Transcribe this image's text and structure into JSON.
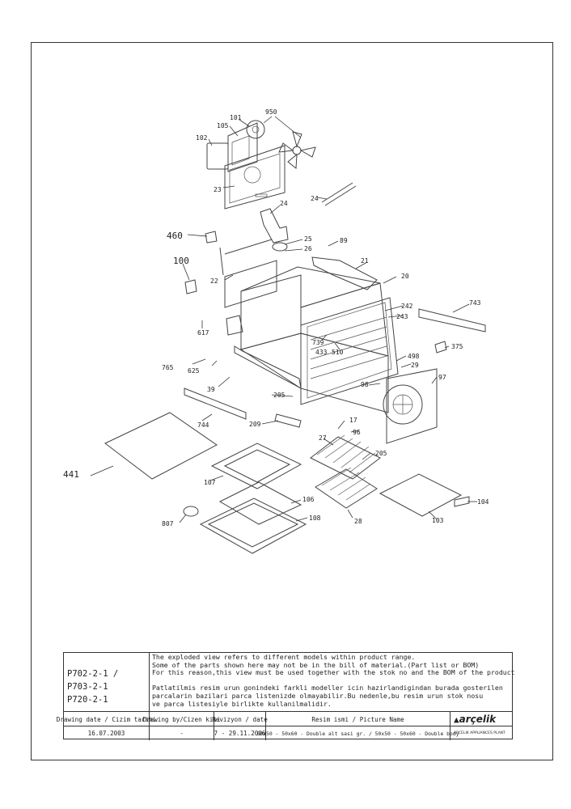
{
  "callouts": [
    {
      "id": "c101",
      "text": "101"
    },
    {
      "id": "c950",
      "text": "950"
    },
    {
      "id": "c105",
      "text": "105"
    },
    {
      "id": "c102",
      "text": "102"
    },
    {
      "id": "c23",
      "text": "23"
    },
    {
      "id": "c24a",
      "text": "24"
    },
    {
      "id": "c24b",
      "text": "24"
    },
    {
      "id": "c460",
      "text": "460"
    },
    {
      "id": "c25",
      "text": "25"
    },
    {
      "id": "c26",
      "text": "26"
    },
    {
      "id": "c89",
      "text": "89"
    },
    {
      "id": "c100",
      "text": "100"
    },
    {
      "id": "c21",
      "text": "21"
    },
    {
      "id": "c20",
      "text": "20"
    },
    {
      "id": "c22",
      "text": "22"
    },
    {
      "id": "c242",
      "text": "242"
    },
    {
      "id": "c243",
      "text": "243"
    },
    {
      "id": "c743",
      "text": "743"
    },
    {
      "id": "c617",
      "text": "617"
    },
    {
      "id": "c739",
      "text": "739"
    },
    {
      "id": "c433",
      "text": "433"
    },
    {
      "id": "c510",
      "text": "510"
    },
    {
      "id": "c375",
      "text": "375"
    },
    {
      "id": "c765",
      "text": "765"
    },
    {
      "id": "c625",
      "text": "625"
    },
    {
      "id": "c498",
      "text": "498"
    },
    {
      "id": "c29",
      "text": "29"
    },
    {
      "id": "c39",
      "text": "39"
    },
    {
      "id": "c98",
      "text": "98"
    },
    {
      "id": "c97",
      "text": "97"
    },
    {
      "id": "c205a",
      "text": "205"
    },
    {
      "id": "c744",
      "text": "744"
    },
    {
      "id": "c209",
      "text": "209"
    },
    {
      "id": "c17",
      "text": "17"
    },
    {
      "id": "c96",
      "text": "96"
    },
    {
      "id": "c27",
      "text": "27"
    },
    {
      "id": "c205b",
      "text": "205"
    },
    {
      "id": "c441",
      "text": "441"
    },
    {
      "id": "c107",
      "text": "107"
    },
    {
      "id": "c106",
      "text": "106"
    },
    {
      "id": "c104",
      "text": "104"
    },
    {
      "id": "c108",
      "text": "108"
    },
    {
      "id": "c28",
      "text": "28"
    },
    {
      "id": "c103",
      "text": "103"
    },
    {
      "id": "c807",
      "text": "807"
    }
  ],
  "title_block": {
    "models": [
      "P702-2-1 / P703-2-1",
      "P720-2-1"
    ],
    "notes": [
      "The exploded view refers to different models within product range.",
      "Some of the parts shown here may not be in the bill of material.(Part list or BOM)",
      "For this reason,this view must be used together with the stok no and the BOM of the product",
      "",
      "Patlatilmis resim urun gonindeki farkli modeller icin hazirlandigindan burada gosterilen",
      "parcalarin bazilari parca listenizde olmayabilir.Bu nedenle,bu resim urun stok nosu",
      "ve parca listesiyle birlikte kullanilmalidir."
    ],
    "header_row": {
      "drawing_date": "Drawing date / Cizim tarihi",
      "drawing_by": "Drawing by/Cizen kisi",
      "revision": "Revizyon / date",
      "picture_name": "Resim ismi / Picture Name"
    },
    "value_row": {
      "drawing_date": "16.07.2003",
      "drawing_by": "-",
      "revision": "7 - 29.11.2006",
      "picture_name": "50x50 - 50x60 - Double alt sasi gr. / 50x50 - 50x60 - Double body"
    },
    "brand": {
      "name": "arçelik",
      "subline": "ARCELIK APPLIANCES PLANT"
    }
  }
}
